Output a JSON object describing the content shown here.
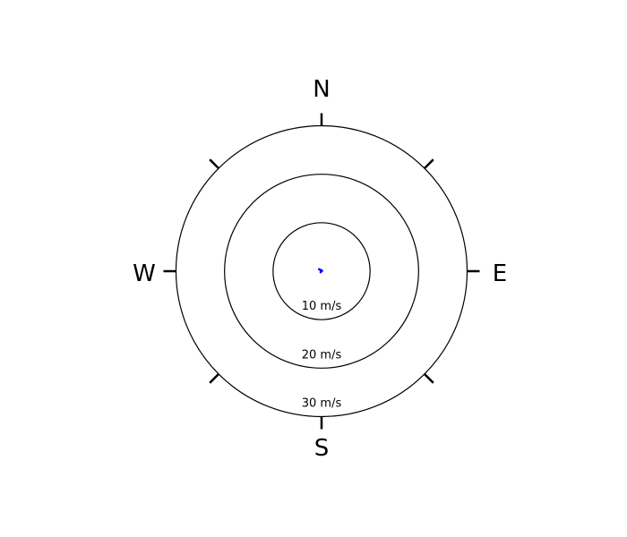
{
  "chart_data": {
    "type": "hodograph",
    "title": "",
    "directions": [
      "N",
      "E",
      "S",
      "W"
    ],
    "rings": [
      {
        "value": 10,
        "label": "10 m/s"
      },
      {
        "value": 20,
        "label": "20 m/s"
      },
      {
        "value": 30,
        "label": "30 m/s"
      }
    ],
    "r_max": 30,
    "series": [
      {
        "color": "#0000ff",
        "points": [
          {
            "u": -0.5,
            "v": 0.4
          },
          {
            "u": 0.1,
            "v": 0.1
          },
          {
            "u": -0.2,
            "v": -0.2
          }
        ]
      }
    ]
  }
}
